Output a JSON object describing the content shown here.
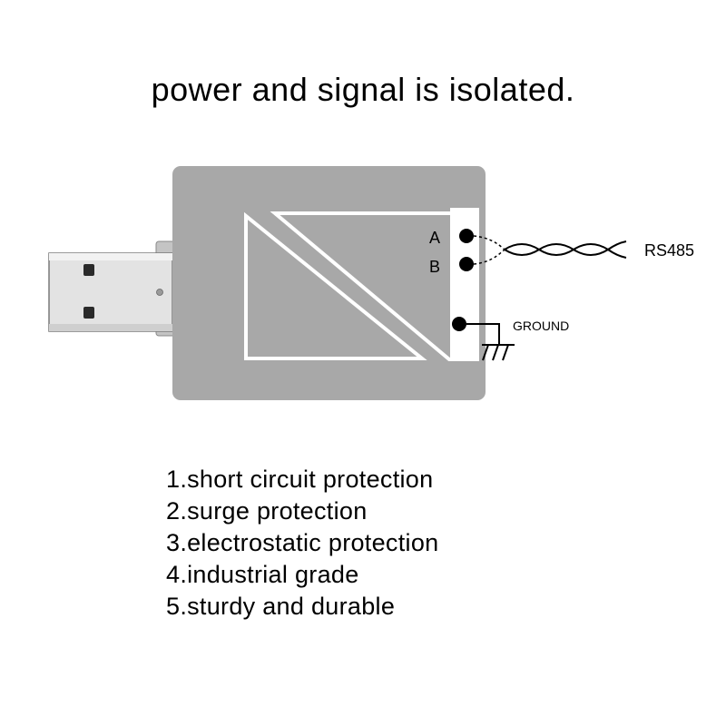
{
  "title": "power and signal is isolated.",
  "diagram": {
    "terminal_a": "A",
    "terminal_b": "B",
    "rs485_label": "RS485",
    "ground_label": "GROUND"
  },
  "features": [
    "1.short circuit protection",
    "2.surge protection",
    "3.electrostatic protection",
    "4.industrial grade",
    "5.sturdy and durable"
  ],
  "colors": {
    "body": "#a8a8a8",
    "usb_metal": "#e2e2e2"
  }
}
